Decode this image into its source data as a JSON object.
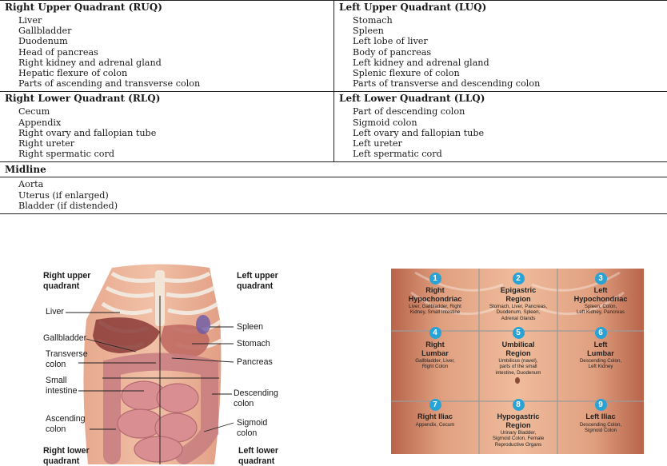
{
  "table": {
    "ruq": {
      "header": "Right Upper Quadrant (RUQ)",
      "items": [
        "Liver",
        "Gallbladder",
        "Duodenum",
        "Head of pancreas",
        "Right kidney and adrenal gland",
        "Hepatic flexure of colon",
        "Parts of ascending and transverse colon"
      ]
    },
    "luq": {
      "header": "Left Upper Quadrant (LUQ)",
      "items": [
        "Stomach",
        "Spleen",
        "Left lobe of liver",
        "Body of pancreas",
        "Left kidney and adrenal gland",
        "Splenic flexure of colon",
        "Parts of transverse and descending colon"
      ]
    },
    "rlq": {
      "header": "Right Lower Quadrant (RLQ)",
      "items": [
        "Cecum",
        "Appendix",
        "Right ovary and fallopian tube",
        "Right ureter",
        "Right spermatic cord"
      ]
    },
    "llq": {
      "header": "Left Lower Quadrant (LLQ)",
      "items": [
        "Part of descending colon",
        "Sigmoid colon",
        "Left ovary and fallopian tube",
        "Left ureter",
        "Left spermatic cord"
      ]
    },
    "midline": {
      "header": "Midline",
      "items": [
        "Aorta",
        "Uterus (if enlarged)",
        "Bladder (if distended)"
      ]
    }
  },
  "anatomy_figure": {
    "quadrants": {
      "right_upper": "Right upper\nquadrant",
      "left_upper": "Left upper\nquadrant",
      "right_lower": "Right lower\nquadrant",
      "left_lower": "Left lower\nquadrant"
    },
    "labels": {
      "liver": "Liver",
      "gallbladder": "Gallbladder",
      "transverse_colon": "Transverse\ncolon",
      "small_intestine": "Small\nintestine",
      "ascending_colon": "Ascending\ncolon",
      "spleen": "Spleen",
      "stomach": "Stomach",
      "pancreas": "Pancreas",
      "descending_colon": "Descending\ncolon",
      "sigmoid_colon": "Sigmoid\ncolon"
    }
  },
  "regions_figure": {
    "accent_color": "#29a3d6",
    "regions": [
      {
        "num": "1",
        "title": "Right\nHypochondriac",
        "organs": "Liver, Gallbladder, Right\nKidney, Small Intestine"
      },
      {
        "num": "2",
        "title": "Epigastric\nRegion",
        "organs": "Stomach, Liver, Pancreas,\nDuodenum, Spleen,\nAdrenal Glands"
      },
      {
        "num": "3",
        "title": "Left\nHypochondriac",
        "organs": "Spleen, Colon,\nLeft Kidney, Pancreas"
      },
      {
        "num": "4",
        "title": "Right\nLumbar",
        "organs": "Gallbladder, Liver,\nRight Colon"
      },
      {
        "num": "5",
        "title": "Umbilical\nRegion",
        "organs": "Umbilicus (navel),\nparts of the small\nintestine, Duodenum"
      },
      {
        "num": "6",
        "title": "Left\nLumbar",
        "organs": "Descending Colon,\nLeft Kidney"
      },
      {
        "num": "7",
        "title": "Right Iliac",
        "organs": "Appendix, Cecum"
      },
      {
        "num": "8",
        "title": "Hypogastric\nRegion",
        "organs": "Urinary Bladder,\nSigmoid Colon, Female\nReproductive Organs"
      },
      {
        "num": "9",
        "title": "Left Iliac",
        "organs": "Descending Colon,\nSigmoid Colon"
      }
    ]
  }
}
